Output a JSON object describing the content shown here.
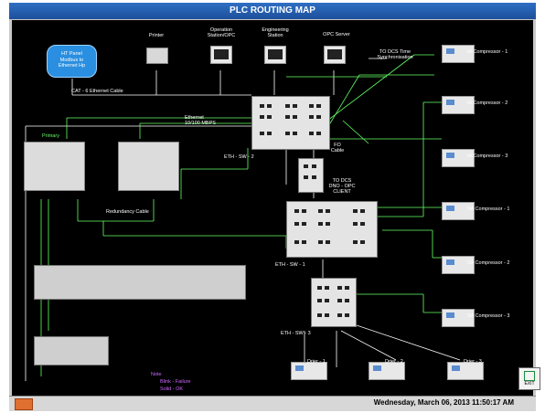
{
  "title": "PLC ROUTING MAP",
  "status": {
    "datetime": "Wednesday, March 06, 2013 11:50:17 AM"
  },
  "cloud": {
    "line1": "HT Panel",
    "line2": "Modbus to",
    "line3": "Ethernet Hp"
  },
  "devices": {
    "printer": "Printer",
    "operation_station": "Operation Station/OPC",
    "engineering_station": "Engineering Station",
    "opc_server": "OPC Server",
    "to_dcs_time": "TO DCS Time Synchronisation",
    "to_dcs_opc": "TO DCS DNO - OPC CLIENT"
  },
  "cables": {
    "cat6": "CAT - 6 Ethernet Cable",
    "ethernet": "Ethernet 10/100 MBPS",
    "fo": "FO Cable",
    "redundancy": "Redundancy Cable"
  },
  "switches": [
    "ETH - SW - 2",
    "ETH - SW - 1",
    "ETH - SW - 3"
  ],
  "plc": {
    "primary": "Primary"
  },
  "compressors": [
    "IA Compressor - 1",
    "IA Compressor - 2",
    "IA Compressor - 3",
    "SA Compressor - 1",
    "SA Compressor - 2",
    "SA Compressor - 3"
  ],
  "driers": [
    "Drier - 1",
    "Drier - 2",
    "Drier - 3"
  ],
  "note": {
    "title": "Note",
    "line1": "Blink - Failure",
    "line2": "Solid - OK"
  },
  "exit_label": "EXIT",
  "colors": {
    "title_bar": "#1d4f9a",
    "canvas": "#000000",
    "line_white": "#ffffff",
    "line_green": "#66ff66",
    "note": "#cc66ff"
  }
}
